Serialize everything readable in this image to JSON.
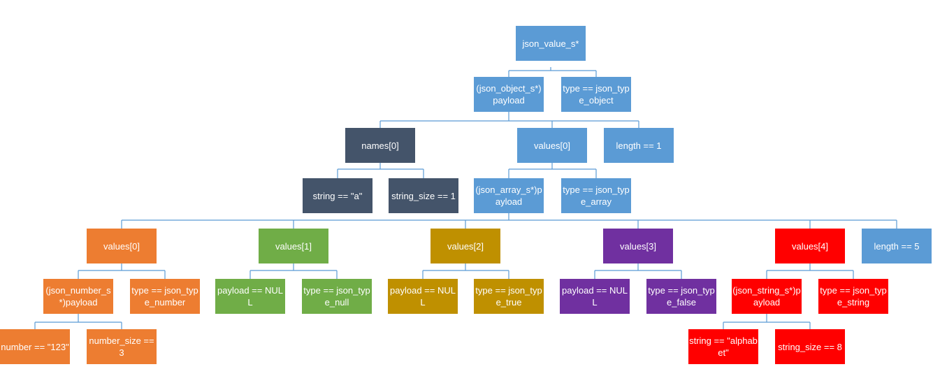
{
  "nodes": {
    "root": "json_value_s*",
    "obj_payload": "(json_object_s*)payload",
    "obj_type": "type == json_type_object",
    "names0": "names[0]",
    "values0_obj": "values[0]",
    "obj_length": "length == 1",
    "name_string": "string == \"a\"",
    "name_string_size": "string_size == 1",
    "arr_payload": "(json_array_s*)payload",
    "arr_type": "type == json_type_array",
    "v0": "values[0]",
    "v1": "values[1]",
    "v2": "values[2]",
    "v3": "values[3]",
    "v4": "values[4]",
    "arr_length": "length == 5",
    "num_payload": "(json_number_s*)payload",
    "num_type": "type == json_type_number",
    "null_payload": "payload == NULL",
    "null_type": "type == json_type_null",
    "true_payload": "payload == NULL",
    "true_type": "type == json_type_true",
    "false_payload": "payload == NULL",
    "false_type": "type == json_type_false",
    "str_payload": "(json_string_s*)payload",
    "str_type": "type == json_type_string",
    "number_val": "number == \"123\"",
    "number_size": "number_size == 3",
    "string_val": "string == \"alphabet\"",
    "string_size_val": "string_size == 8"
  },
  "colors": {
    "blue": "#5b9bd5",
    "dark": "#44546a",
    "orange": "#ed7d31",
    "green": "#70ad47",
    "gold": "#bf9000",
    "purple": "#7030a0",
    "red": "#ff0000",
    "connector": "#5b9bd5"
  }
}
